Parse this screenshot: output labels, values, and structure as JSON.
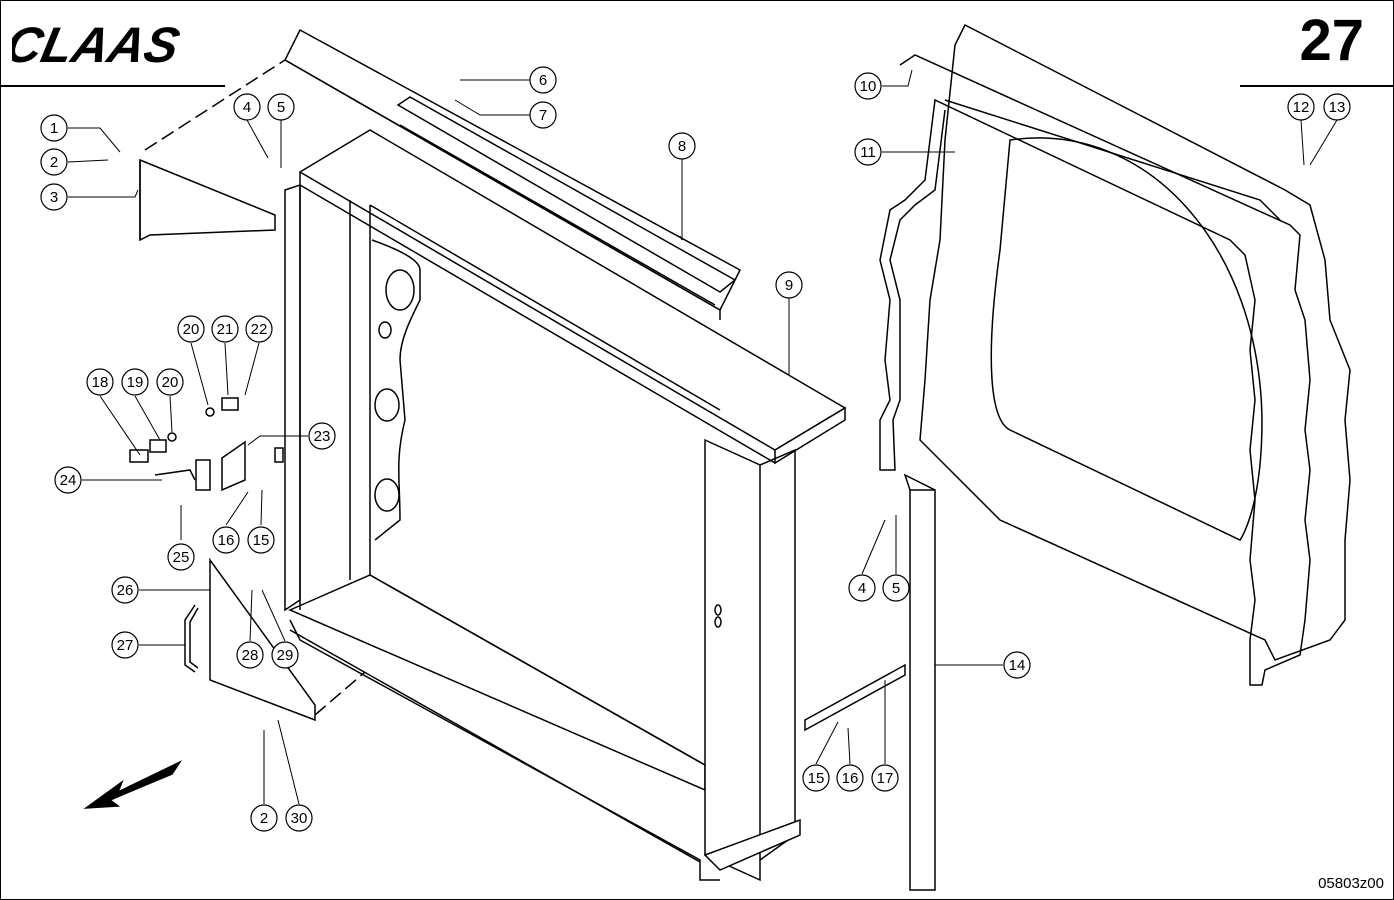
{
  "header": {
    "brand": "CLAAS",
    "page_number": "27"
  },
  "footer": {
    "drawing_code": "05803z00"
  },
  "callouts": [
    "1",
    "2",
    "3",
    "4",
    "5",
    "6",
    "7",
    "8",
    "9",
    "10",
    "11",
    "12",
    "13",
    "20",
    "21",
    "22",
    "18",
    "19",
    "20",
    "23",
    "24",
    "25",
    "16",
    "15",
    "26",
    "28",
    "29",
    "27",
    "2",
    "30",
    "4",
    "5",
    "14",
    "15",
    "16",
    "17"
  ],
  "icons": {
    "direction_arrow": "forward-direction-arrow-icon"
  }
}
